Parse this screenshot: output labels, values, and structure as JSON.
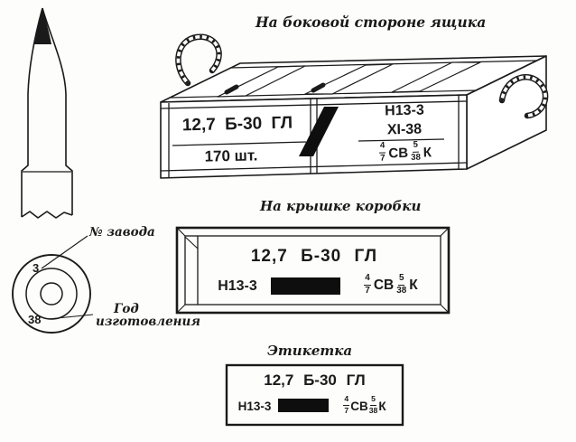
{
  "colors": {
    "ink": "#1a1a1a",
    "paper": "#fdfdfb",
    "redaction": "#0e0e0e"
  },
  "annotations": {
    "factory_label": "№ завода",
    "factory_value": "3",
    "year_label_1": "Год",
    "year_label_2": "изготовления",
    "year_value": "38"
  },
  "crate": {
    "title": "На боковой стороне ящика",
    "left_panel": {
      "caliber": "12,7 Б-30 ГЛ",
      "count": "170 шт."
    },
    "right_panel": {
      "batch": "Н13-3",
      "date": "XI-38",
      "mark": {
        "f1n": "4",
        "f1d": "7",
        "mid": "СВ",
        "f2n": "5",
        "f2d": "38",
        "suffix": "К"
      }
    }
  },
  "lid": {
    "title": "На крышке коробки",
    "caliber": "12,7 Б-30 ГЛ",
    "batch": "Н13-3",
    "mark": {
      "f1n": "4",
      "f1d": "7",
      "mid": "СВ",
      "f2n": "5",
      "f2d": "38",
      "suffix": "К"
    }
  },
  "label": {
    "title": "Этикетка",
    "caliber": "12,7 Б-30 ГЛ",
    "batch": "Н13-3",
    "mark": {
      "f1n": "4",
      "f1d": "7",
      "mid": "СВ",
      "f2n": "5",
      "f2d": "38",
      "suffix": "К"
    }
  }
}
